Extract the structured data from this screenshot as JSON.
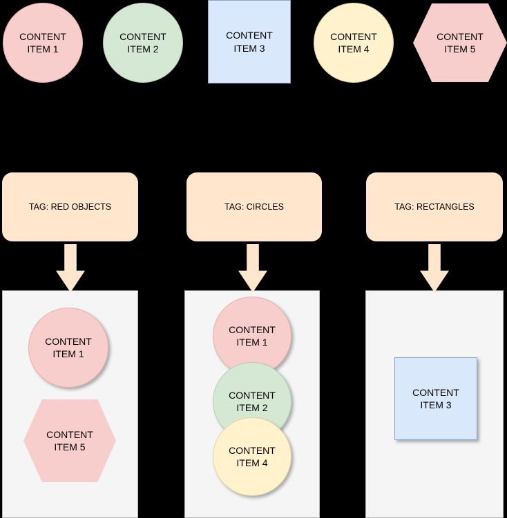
{
  "canvas": {
    "background": "#000000",
    "description": "Diagram of content items grouped by tags"
  },
  "palette": {
    "pink_fill": "#f8cecc",
    "green_fill": "#d5e8d4",
    "blue_fill": "#dae8fc",
    "yellow_fill": "#fff2cc",
    "peach_fill": "#ffe6cc",
    "container_fill": "#f5f5f5",
    "text_color": "#000000"
  },
  "top_row": {
    "items": [
      {
        "id": "content-item-1",
        "shape": "circle",
        "fill": "#f8cecc",
        "label": "CONTENT\nITEM 1"
      },
      {
        "id": "content-item-2",
        "shape": "circle",
        "fill": "#d5e8d4",
        "label": "CONTENT\nITEM 2"
      },
      {
        "id": "content-item-3",
        "shape": "square",
        "fill": "#dae8fc",
        "label": "CONTENT\nITEM 3"
      },
      {
        "id": "content-item-4",
        "shape": "circle",
        "fill": "#fff2cc",
        "label": "CONTENT\nITEM 4"
      },
      {
        "id": "content-item-5",
        "shape": "hexagon",
        "fill": "#f8cecc",
        "label": "CONTENT\nITEM 5"
      }
    ]
  },
  "tags": [
    {
      "label": "TAG: RED OBJECTS",
      "fill": "#ffe6cc"
    },
    {
      "label": "TAG: CIRCLES",
      "fill": "#ffe6cc"
    },
    {
      "label": "TAG: RECTANGLES",
      "fill": "#ffe6cc"
    }
  ],
  "groups": [
    {
      "tag": "TAG: RED OBJECTS",
      "items": [
        {
          "shape": "circle",
          "fill": "#f8cecc",
          "label": "CONTENT\nITEM 1"
        },
        {
          "shape": "hexagon",
          "fill": "#f8cecc",
          "label": "CONTENT\nITEM 5"
        }
      ]
    },
    {
      "tag": "TAG: CIRCLES",
      "items": [
        {
          "shape": "circle",
          "fill": "#f8cecc",
          "label": "CONTENT\nITEM 1"
        },
        {
          "shape": "circle",
          "fill": "#d5e8d4",
          "label": "CONTENT\nITEM 2"
        },
        {
          "shape": "circle",
          "fill": "#fff2cc",
          "label": "CONTENT\nITEM 4"
        }
      ]
    },
    {
      "tag": "TAG: RECTANGLES",
      "items": [
        {
          "shape": "square",
          "fill": "#dae8fc",
          "label": "CONTENT\nITEM 3"
        }
      ]
    }
  ]
}
